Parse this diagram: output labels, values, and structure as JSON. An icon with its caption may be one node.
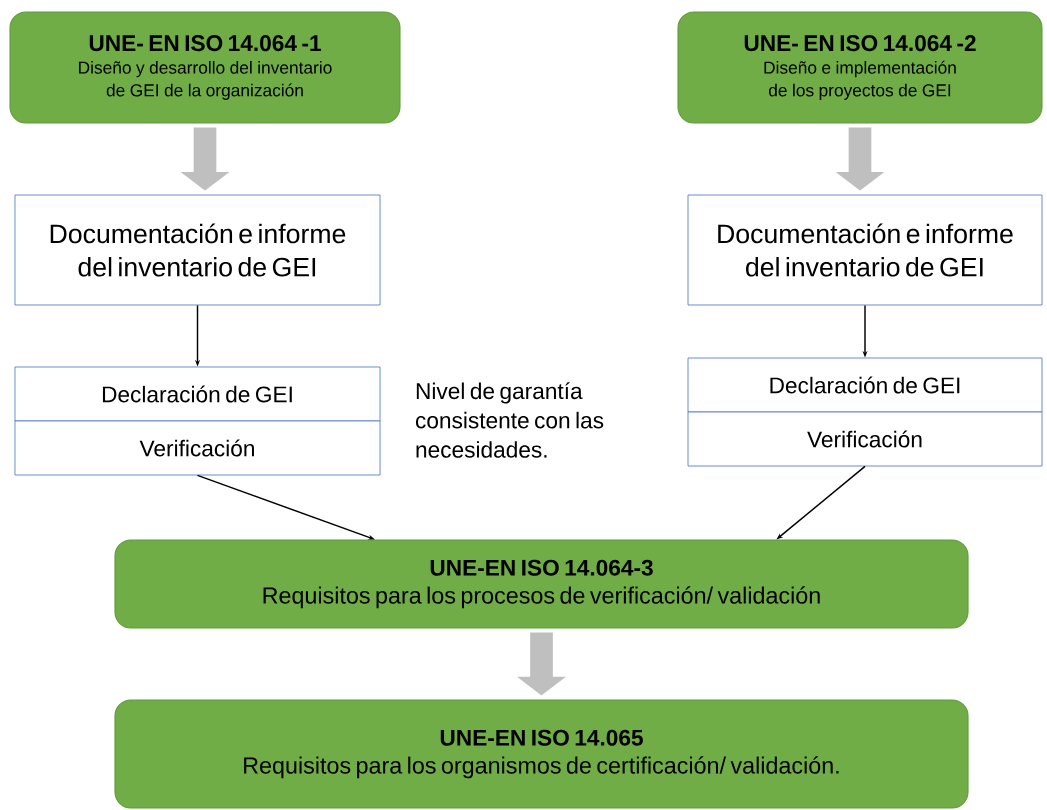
{
  "diagram": {
    "nodes": [
      {
        "text": [
          "UNE- EN ISO 14.064 -1",
          "Diseño y desarrollo del inventario de GEI de la organización"
        ]
      },
      {
        "text": [
          "UNE- EN ISO 14.064 -2",
          "Diseño e implementación de los proyectos de GEI"
        ]
      },
      {
        "text": [
          "Documentación e informe del inventario de GEI"
        ]
      },
      {
        "text": [
          "Documentación e informe del inventario de GEI"
        ]
      },
      {
        "text": [
          "Declaración de GEI"
        ]
      },
      {
        "text": [
          "Verificación"
        ]
      },
      {
        "text": [
          "Declaración de GEI"
        ]
      },
      {
        "text": [
          "Verificación"
        ]
      },
      {
        "text": [
          "UNE-EN ISO 14.064-3",
          "Requisitos para los procesos de verificación/ validación"
        ]
      },
      {
        "text": [
          "UNE-EN ISO 14.065",
          "Requisitos para los organismos de certificación/ validación."
        ]
      }
    ],
    "edges": [
      {
        "from": 0,
        "to": 2,
        "arrow": "to",
        "style": "thick",
        "color": "#bfbfbf"
      },
      {
        "from": 1,
        "to": 3,
        "arrow": "to",
        "style": "thick",
        "color": "#bfbfbf"
      },
      {
        "from": 2,
        "to": 4,
        "arrow": "to"
      },
      {
        "from": 3,
        "to": 6,
        "arrow": "to"
      },
      {
        "from": 5,
        "to": 8,
        "arrow": "to"
      },
      {
        "from": 7,
        "to": 8,
        "arrow": "to"
      },
      {
        "from": 8,
        "to": 9,
        "arrow": "to",
        "style": "thick",
        "color": "#bfbfbf"
      }
    ],
    "labels": [
      "Nivel de garantía consistente con las necesidades."
    ]
  }
}
